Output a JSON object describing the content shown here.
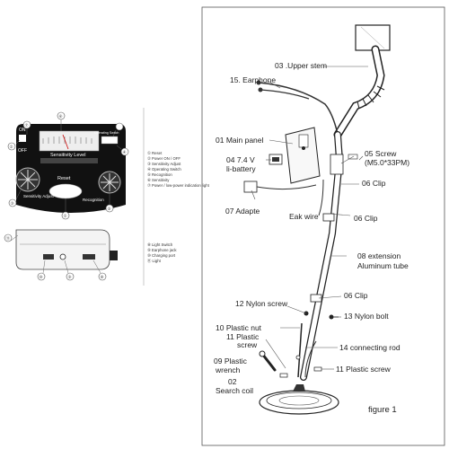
{
  "legend_top": [
    "① Reset",
    "② Power ON / OFF",
    "③ Sensitivity Adjust",
    "④ Operating Switch",
    "⑤ Recognition",
    "⑥ Sensitivity",
    "⑦ Power / low-power indication light"
  ],
  "legend_bottom": [
    "⑧ Light Switch",
    "⑨ Earphone jack",
    "⑩ Charging port",
    "⑪ Light"
  ],
  "panel": {
    "off": "OFF",
    "on": "ON",
    "sensitivity_level": "Sensitivity Level",
    "reset": "Reset",
    "recognition": "Recognition",
    "sensitivity_adjust": "Sensitivity Adjust",
    "operating_switch": "Operating Switch"
  },
  "callouts": {
    "c3": "③",
    "c1": "①",
    "c5": "⑤",
    "c6": "⑥",
    "c7": "⑦",
    "c2": "②",
    "c4": "④",
    "c8": "⑧",
    "c9": "⑨",
    "c10": "⑩",
    "c11": "⑪"
  },
  "labels": {
    "upper_stem": "03 .Upper stem",
    "earphone": "15. Earphone",
    "main_panel": "01 Main panel",
    "battery_1": "04  7.4 V",
    "battery_2": "li-battery",
    "screw_1": "05 Screw",
    "screw_2": "(M5.0*33PM)",
    "clip_a": "06 Clip",
    "adapter": "07 Adapte",
    "eak_wire": "Eak wire",
    "clip_b": "06 Clip",
    "ext_1": "08 extension",
    "ext_2": "Aluminum tube",
    "nylon_screw": "12 Nylon screw",
    "clip_c": "06 Clip",
    "nylon_bolt": "13 Nylon bolt",
    "plastic_nut": "10 Plastic nut",
    "plastic_screw_a1": "11 Plastic",
    "plastic_screw_a2": "screw",
    "connecting_rod": "14 connecting rod",
    "wrench_1": "09  Plastic",
    "wrench_2": "wrench",
    "plastic_screw_b": "11 Plastic screw",
    "search_coil_1": "02",
    "search_coil_2": "Search coil",
    "figure": "figure 1"
  }
}
